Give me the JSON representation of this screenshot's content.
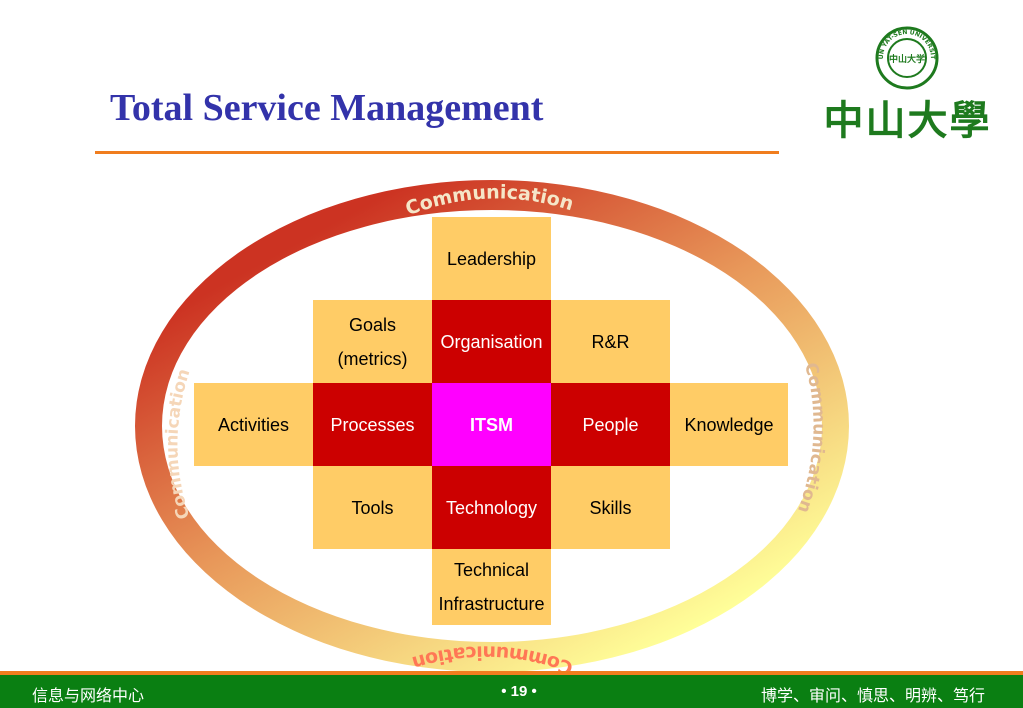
{
  "slide": {
    "title": "Total Service Management"
  },
  "logo": {
    "text": "中山大學",
    "seal_text": "SUN YAT-SEN UNIVERSITY",
    "seal_inner": "中山大学"
  },
  "ring": {
    "label_top": "Communication",
    "label_left": "Communication",
    "label_right": "Communication",
    "label_bottom": "Communication"
  },
  "grid": {
    "leadership": "Leadership",
    "goals_line1": "Goals",
    "goals_line2": "(metrics)",
    "organisation": "Organisation",
    "rr": "R&R",
    "activities": "Activities",
    "processes": "Processes",
    "itsm": "ITSM",
    "people": "People",
    "knowledge": "Knowledge",
    "tools": "Tools",
    "technology": "Technology",
    "skills": "Skills",
    "technical_line1": "Technical",
    "technical_line2": "Infrastructure"
  },
  "footer": {
    "left": "信息与网络中心",
    "page": "•  19  •",
    "right": "博学、审问、慎思、明辨、笃行"
  },
  "colors": {
    "title": "#3333aa",
    "accent_orange": "#f07d1e",
    "footer_green": "#0a7f12",
    "cell_light": "#ffcc66",
    "cell_dark": "#cc0000",
    "cell_center": "#ff00ff",
    "ring_dark": "#cc3322",
    "ring_light": "#ffff99"
  }
}
